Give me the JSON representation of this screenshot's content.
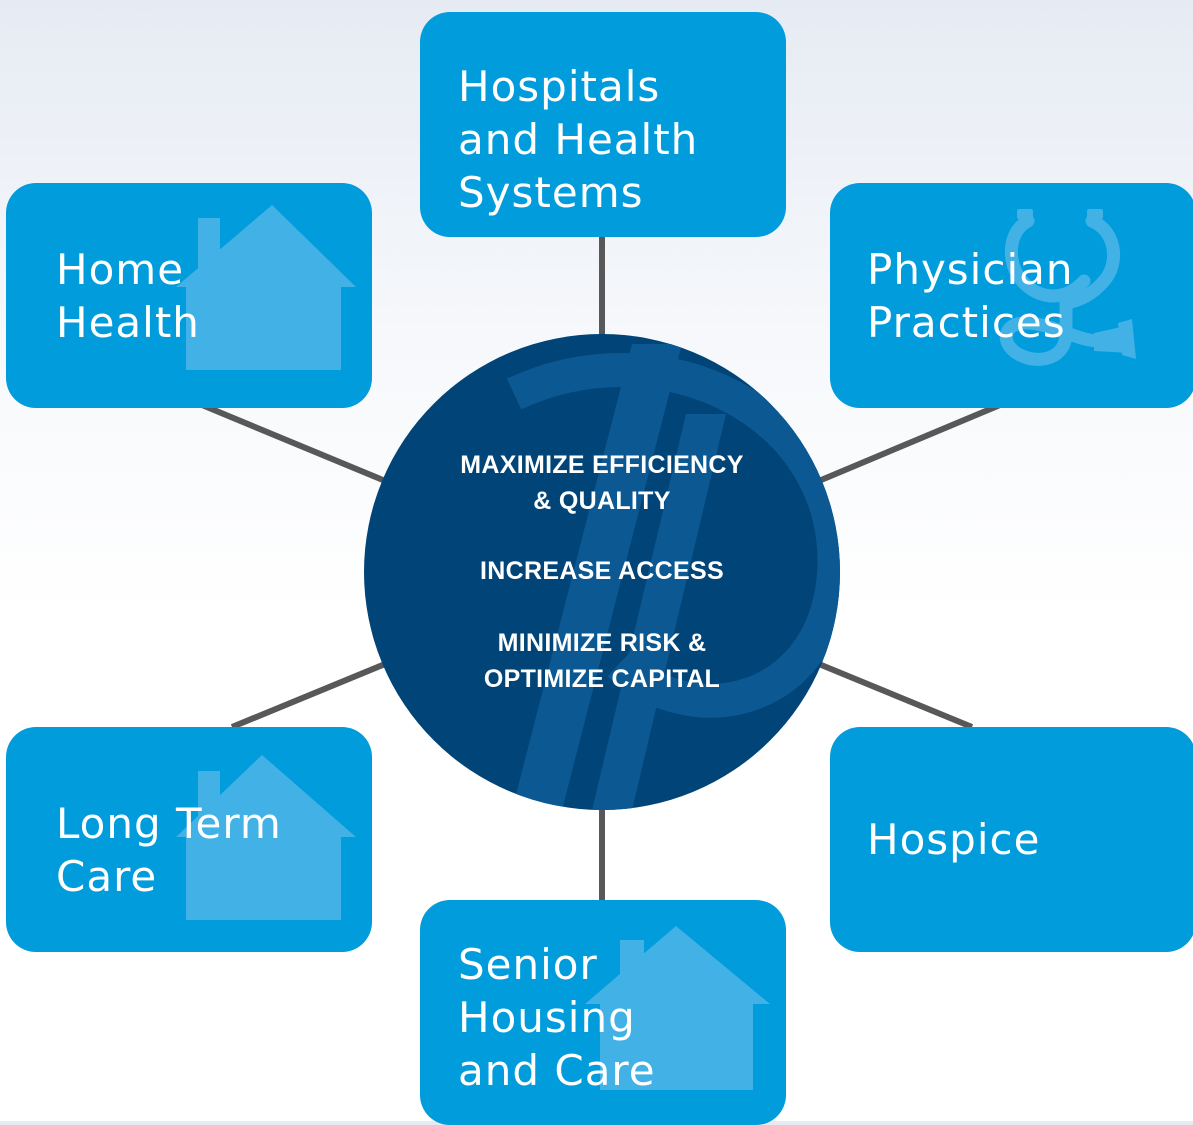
{
  "colors": {
    "box_fill": "#019cdc",
    "box_deco": "#42b1e6",
    "hub_fill": "#004478",
    "hub_stripes": "#0c5892",
    "connector": "#58585a",
    "text": "#ffffff"
  },
  "hub": {
    "goal_1": "MAXIMIZE EFFICIENCY\n& QUALITY",
    "goal_2": "INCREASE ACCESS",
    "goal_3": "MINIMIZE RISK &\nOPTIMIZE CAPITAL"
  },
  "segments": [
    {
      "id": "hospitals",
      "label": "Hospitals\nand Health\nSystems",
      "icon": ""
    },
    {
      "id": "home",
      "label": "Home\nHealth",
      "icon": "house-icon"
    },
    {
      "id": "physician",
      "label": "Physician\nPractices",
      "icon": "stethoscope-icon"
    },
    {
      "id": "ltc",
      "label": "Long Term\nCare",
      "icon": "house-icon"
    },
    {
      "id": "hospice",
      "label": "Hospice",
      "icon": ""
    },
    {
      "id": "senior",
      "label": "Senior\nHousing\nand Care",
      "icon": "house-icon"
    }
  ]
}
